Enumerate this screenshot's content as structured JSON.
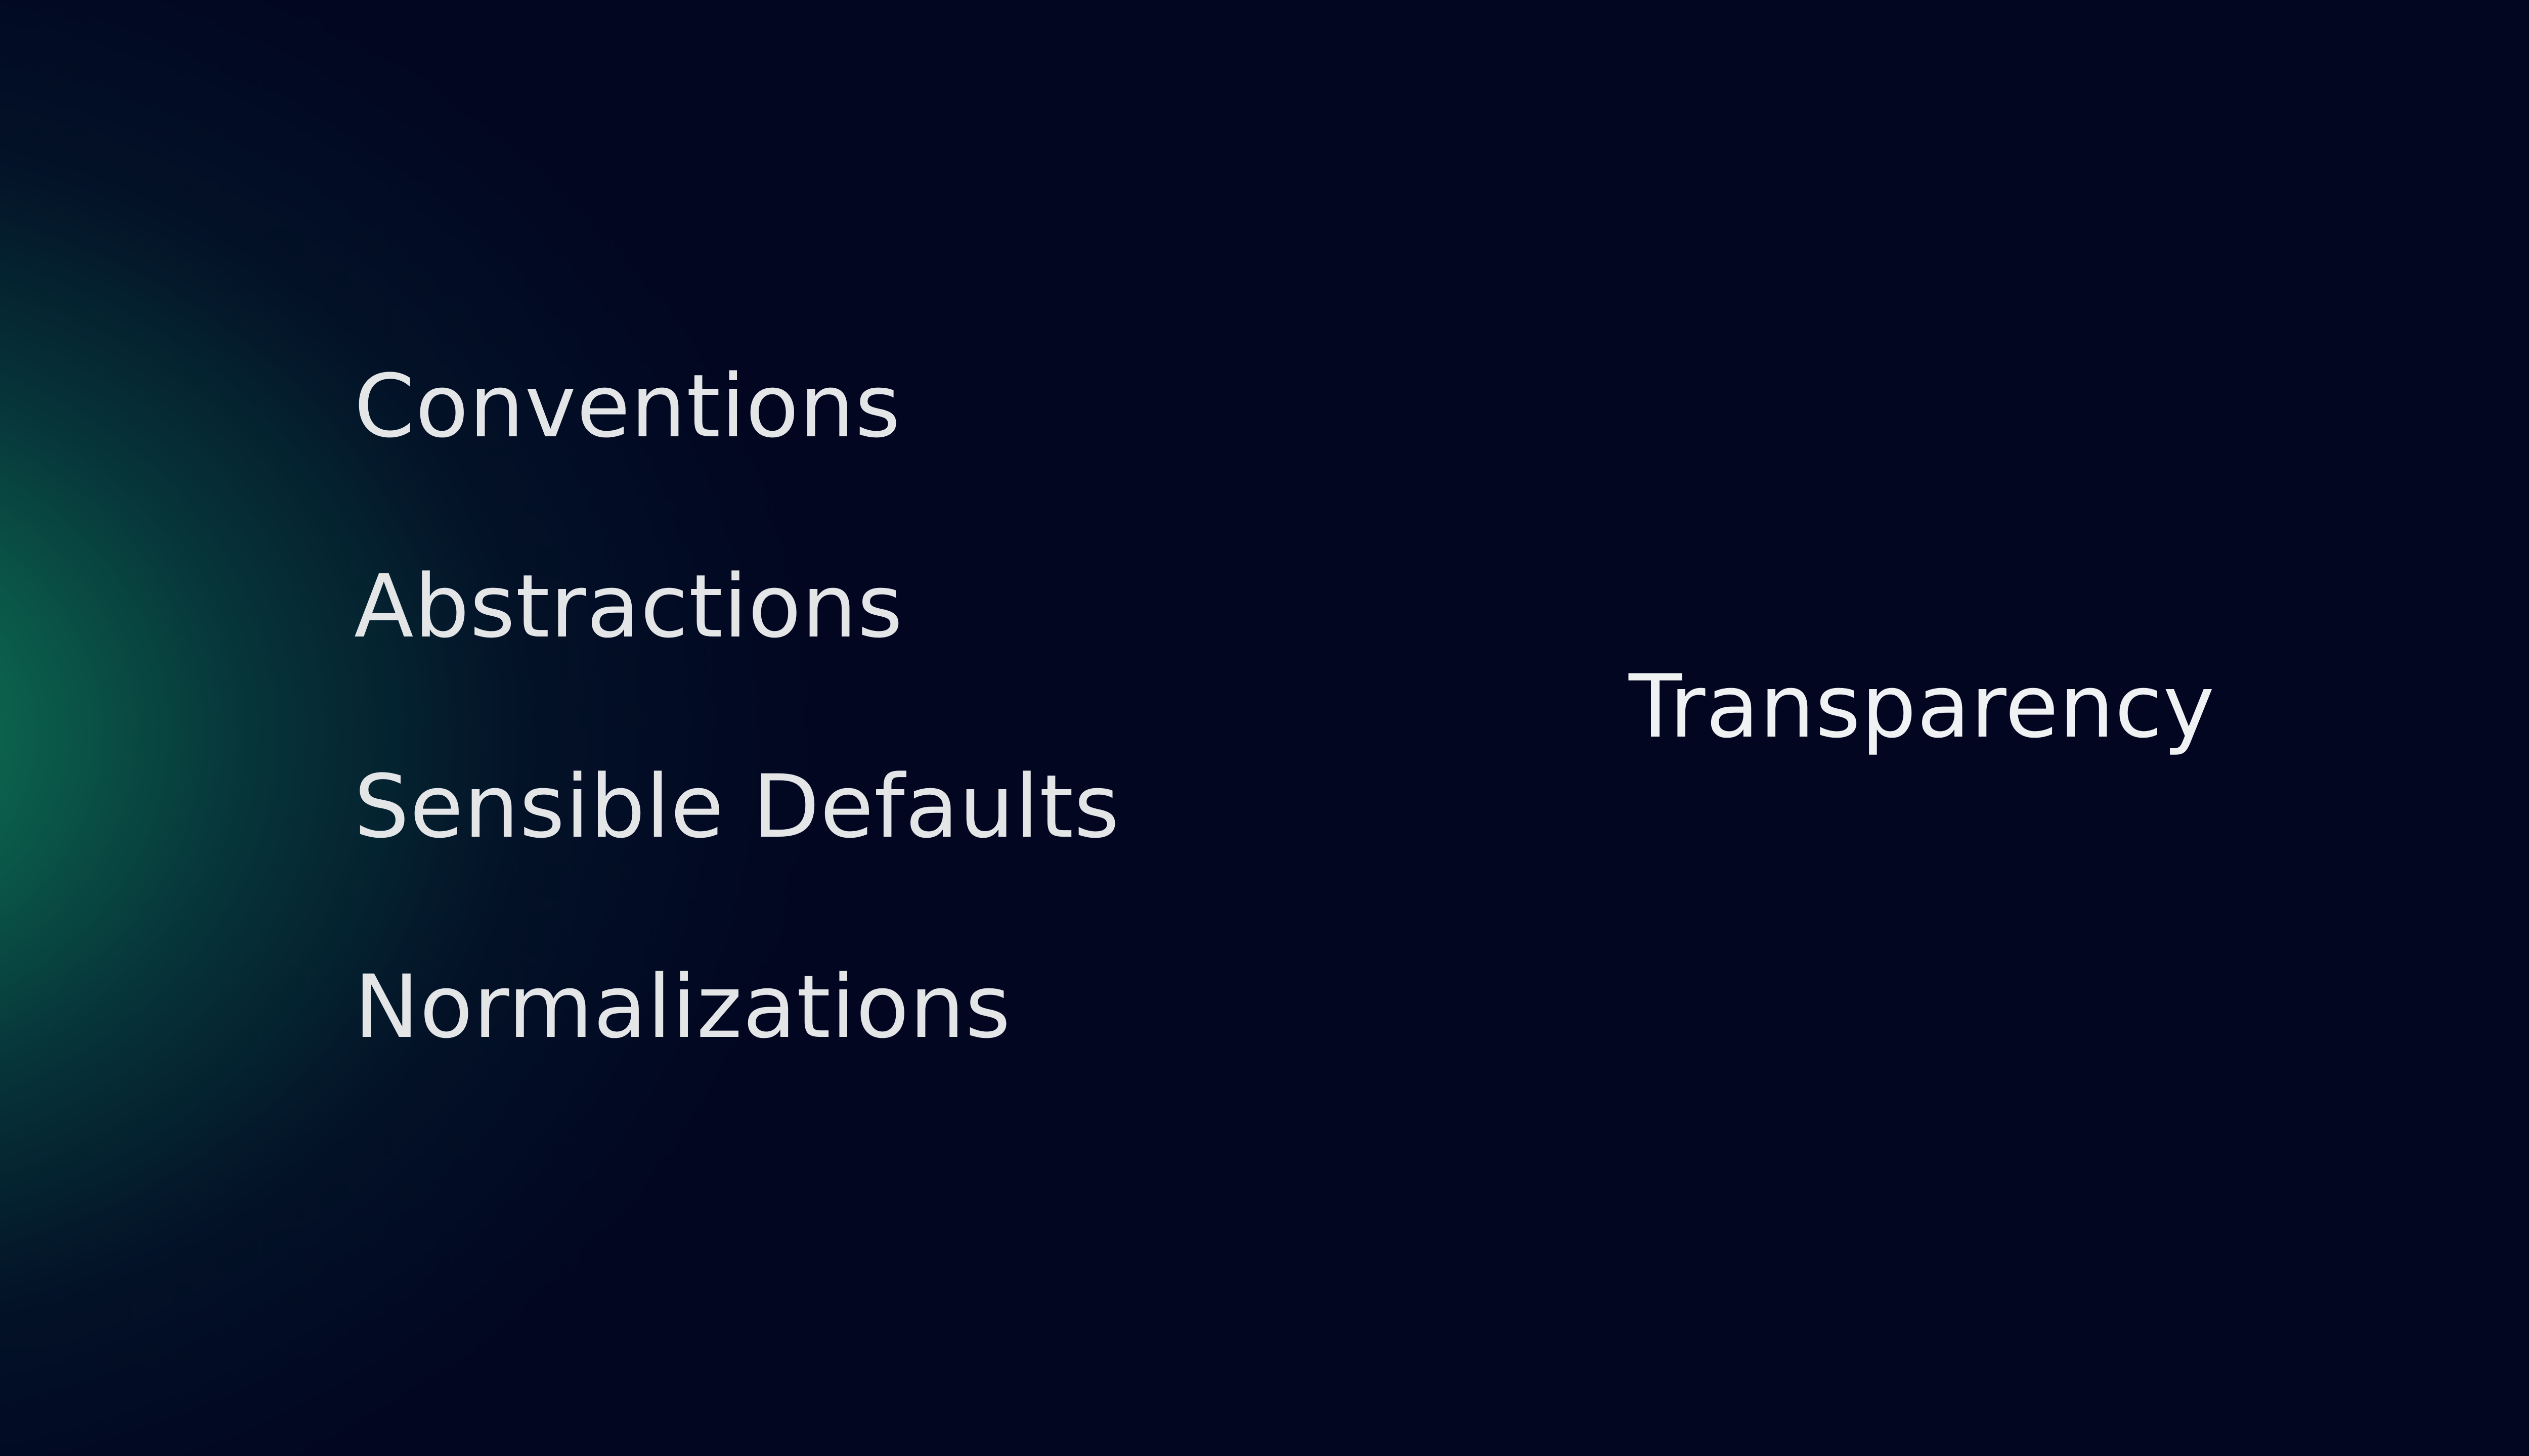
{
  "slide": {
    "left_items": [
      {
        "label": "Conventions"
      },
      {
        "label": "Abstractions"
      },
      {
        "label": "Sensible Defaults"
      },
      {
        "label": "Normalizations"
      }
    ],
    "right_label": "Transparency"
  },
  "colors": {
    "background": "#020621",
    "accent_glow": "#0E7858",
    "text": "#E3E5E7"
  }
}
